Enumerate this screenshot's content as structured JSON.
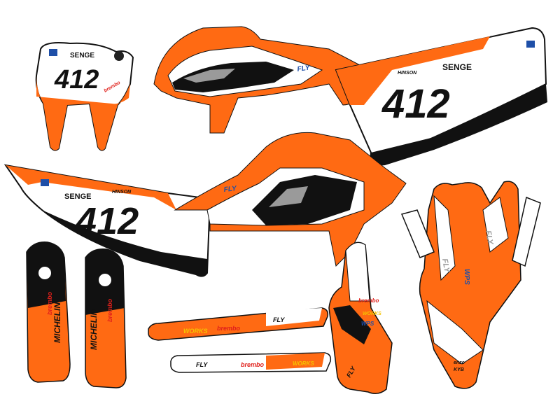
{
  "rider": {
    "number": "412",
    "name": "SENGE"
  },
  "sponsors": {
    "brembo": "brembo",
    "michelin": "MICHELIN",
    "wp": "WPS",
    "works": "WORKS",
    "kyb": "KYB",
    "fly": "FLY",
    "hinson": "HINSON",
    "enzo": "enzo"
  },
  "colors": {
    "orange": "#ff6a13",
    "black": "#111111",
    "white": "#ffffff",
    "grey": "#9a9a9a",
    "sponsor_red": "#e0201b",
    "sponsor_blue": "#1e4fa8",
    "sponsor_yellow": "#f4c400"
  }
}
